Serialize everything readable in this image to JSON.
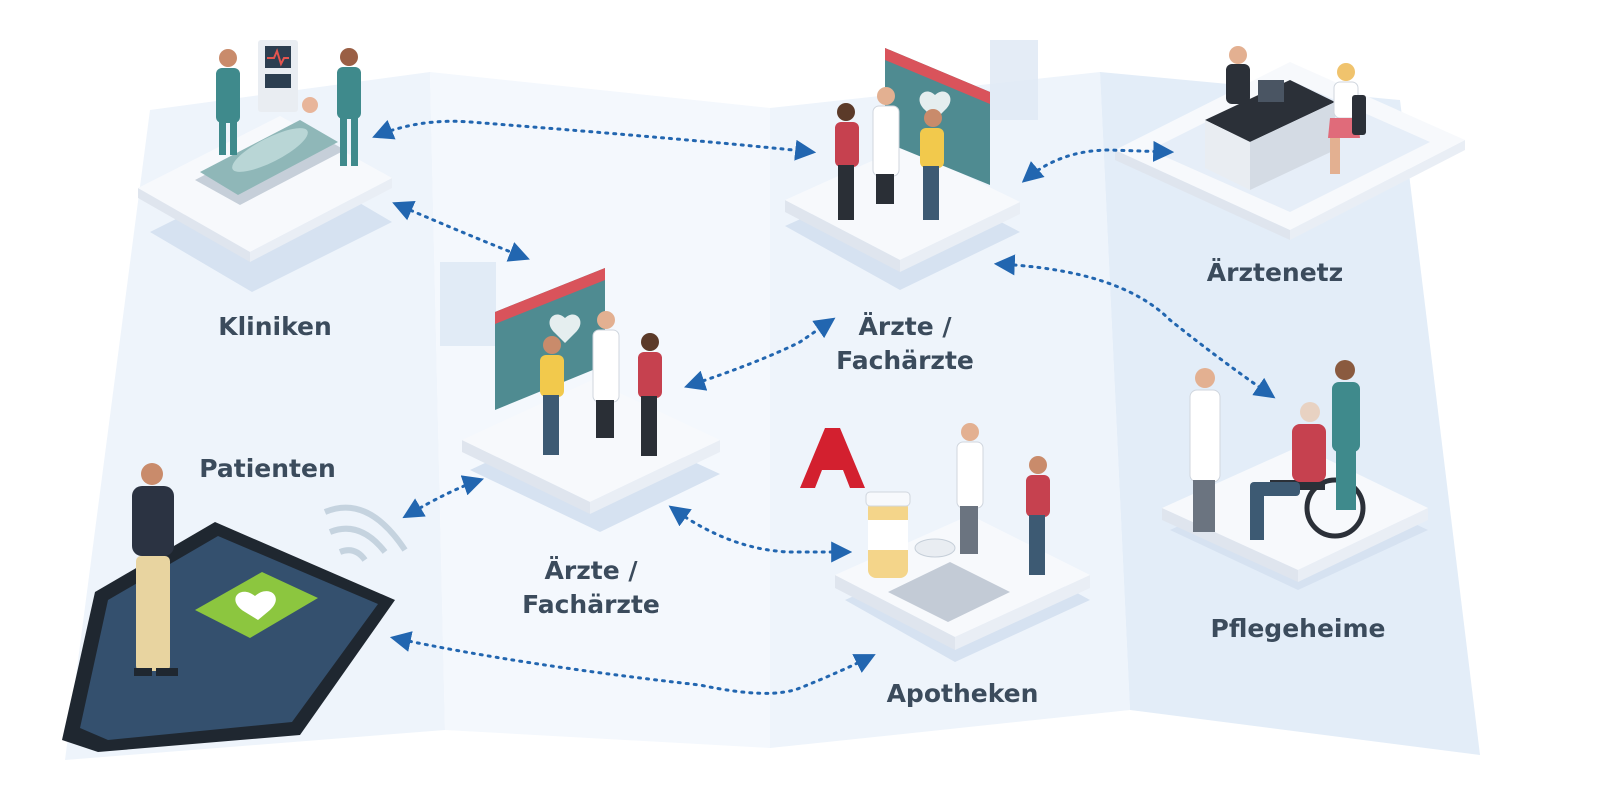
{
  "colors": {
    "panel_light": "#eef4fb",
    "panel_mid": "#e3edf8",
    "panel_dark": "#d6e5f5",
    "platform_top": "#f7f9fc",
    "platform_side": "#dfe5ee",
    "platform_shadow": "#c9d8ec",
    "arrow": "#2266b0",
    "label_text": "#3b4b5c",
    "phone_body": "#1f2730",
    "phone_screen": "#34506e",
    "app_icon": "#8cc63f",
    "pharmacy_red": "#d3202f",
    "screen_red": "#d9535b",
    "screen_teal": "#4f8b91",
    "scrub_teal": "#3f8a8c",
    "jacket_red": "#c6414f",
    "shirt_yellow": "#f2c94c"
  },
  "nodes": {
    "kliniken": {
      "label": "Kliniken",
      "icon": "hospital-bed-icon"
    },
    "aerzte_center": {
      "line1": "Ärzte /",
      "line2": "Fachärzte",
      "icon": "doctor-screen-icon"
    },
    "aerzte_top": {
      "line1": "Ärzte /",
      "line2": "Fachärzte",
      "icon": "doctor-screen-icon"
    },
    "aerztenetz": {
      "label": "Ärztenetz",
      "icon": "reception-desk-icon"
    },
    "patienten": {
      "label": "Patienten",
      "icon": "smartphone-icon"
    },
    "apotheken": {
      "label": "Apotheken",
      "icon": "pharmacy-icon"
    },
    "pflegeheime": {
      "label": "Pflegeheime",
      "icon": "wheelchair-icon"
    }
  },
  "connections": [
    [
      "kliniken",
      "aerzte_top"
    ],
    [
      "kliniken",
      "aerzte_center"
    ],
    [
      "aerztenetz",
      "aerzte_top"
    ],
    [
      "aerzte_top",
      "pflegeheime"
    ],
    [
      "aerzte_center",
      "aerzte_top"
    ],
    [
      "patienten",
      "aerzte_center"
    ],
    [
      "aerzte_center",
      "apotheken"
    ],
    [
      "patienten",
      "apotheken"
    ]
  ]
}
